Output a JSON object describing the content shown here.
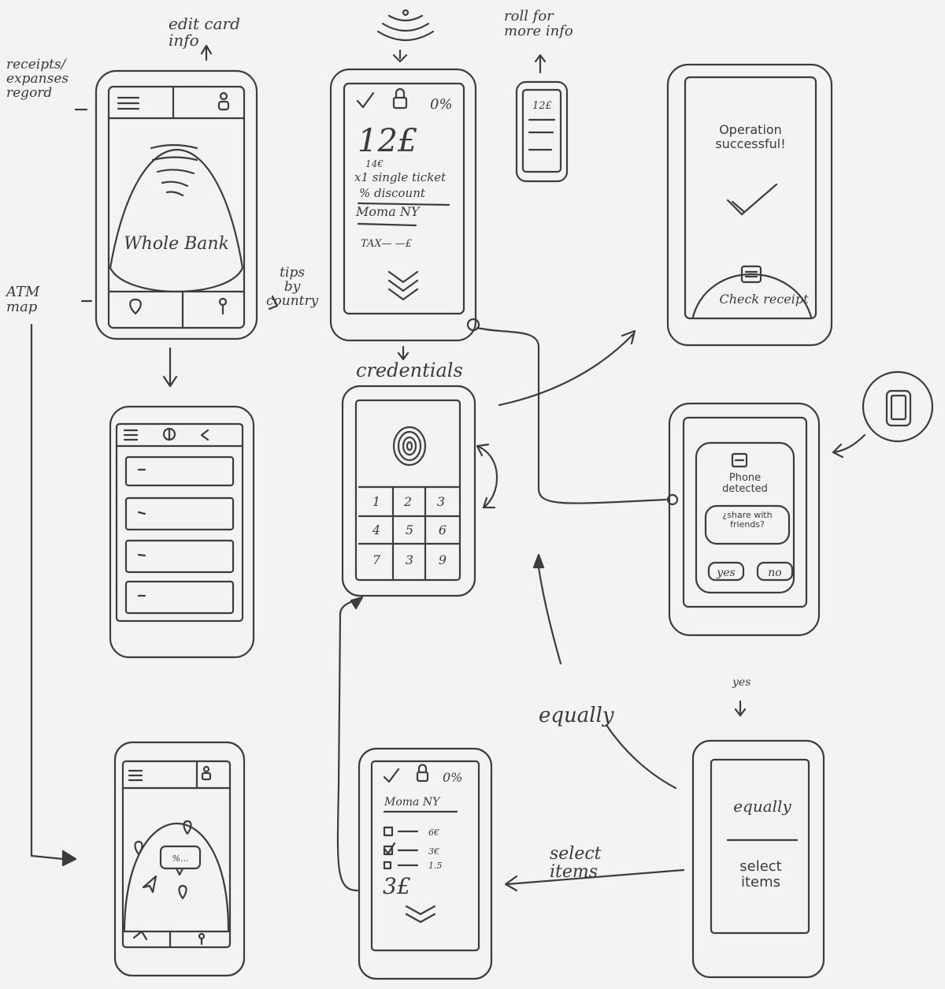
{
  "annotations": {
    "edit_card_info": "edit card\ninfo",
    "receipts_record": "receipts/\nexpanses\nregord",
    "atm_map": "ATM\nmap",
    "tips_by_country": "tips\nby\ncountry",
    "roll_more_info": "roll for\nmore info",
    "credentials": "credentials",
    "equally_arrow": "equally",
    "yes_arrow": "yes",
    "select_items_arrow": "select\nitems"
  },
  "screens": {
    "home": {
      "bank_name": "Whole Bank"
    },
    "payment": {
      "discount": "0%",
      "amount": "12£",
      "amount_sub": "14€",
      "line1": "x1 single ticket",
      "line2": "% discount",
      "merchant": "Moma NY",
      "tax": "TAX— —£"
    },
    "mini_receipt": {
      "amount": "12£"
    },
    "success": {
      "message": "Operation\nsuccessful!",
      "check_receipt": "Check receipt"
    },
    "keypad": {
      "keys": [
        "1",
        "2",
        "3",
        "4",
        "5",
        "6",
        "7",
        "3",
        "9"
      ]
    },
    "phone_detected": {
      "title": "Phone\ndetected",
      "question": "¿share with\nfriends?",
      "yes": "yes",
      "no": "no"
    },
    "split": {
      "discount": "0%",
      "merchant": "Moma NY",
      "item1": "6€",
      "item2": "3€",
      "item3": "1.5",
      "total": "3£"
    },
    "choose": {
      "equally": "equally",
      "select_items": "select\nitems"
    },
    "map": {
      "bubble": "%..."
    }
  }
}
